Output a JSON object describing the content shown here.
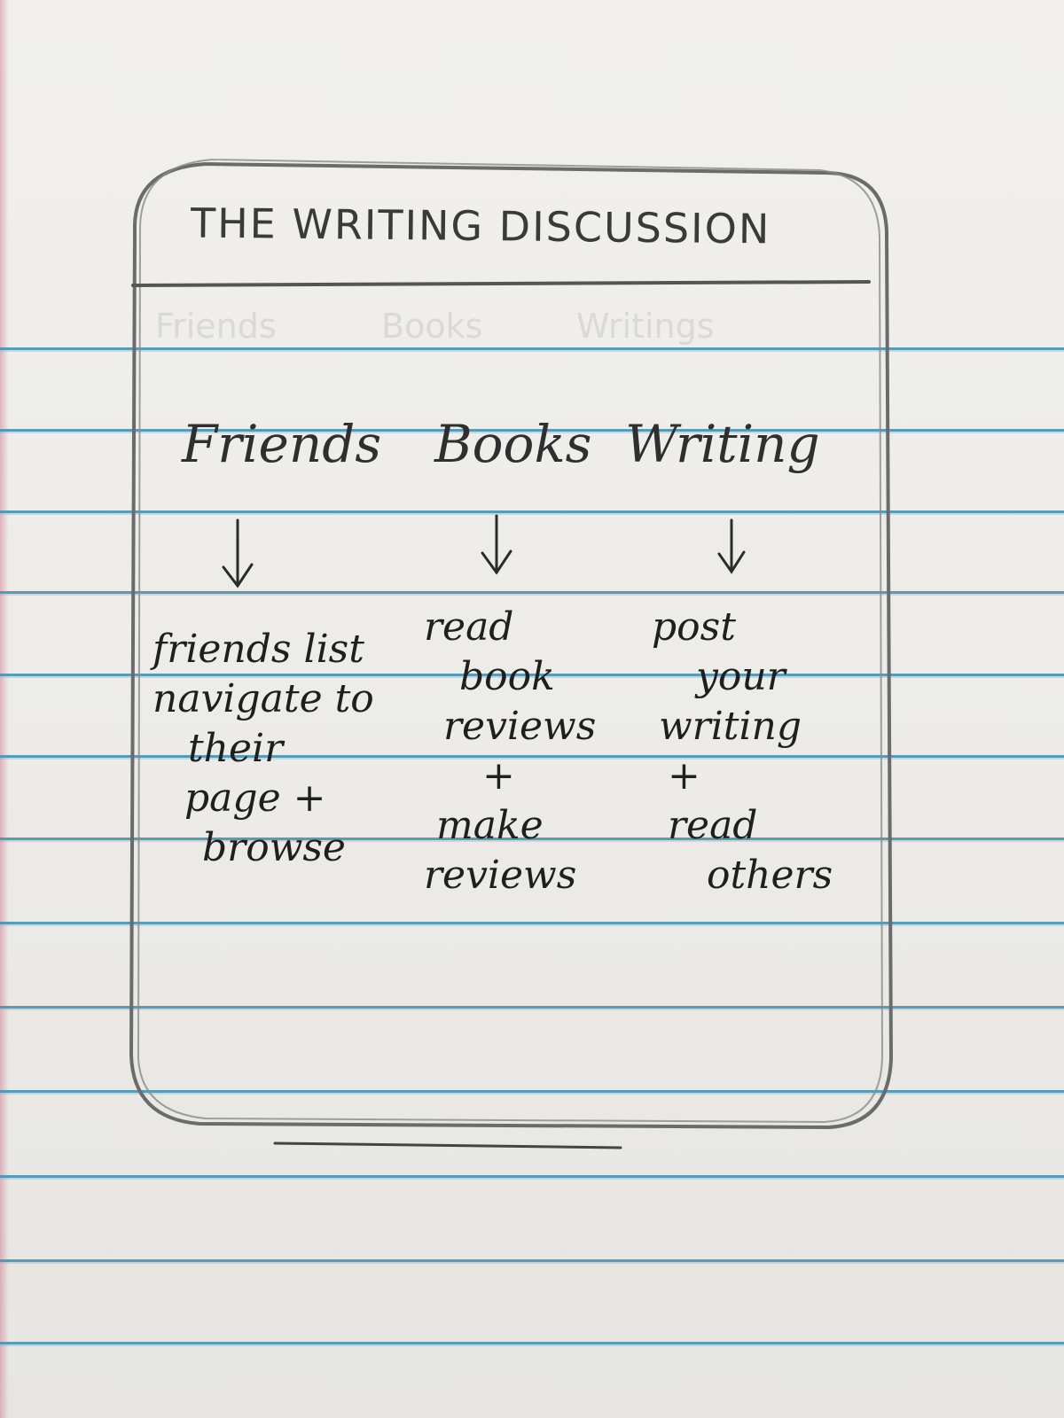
{
  "title": "THE WRITING DISCUSSION",
  "ghost_labels": [
    "Friends",
    "Books",
    "Writings"
  ],
  "nav": [
    {
      "label": "Friends"
    },
    {
      "label": "Books"
    },
    {
      "label": "Writing"
    }
  ],
  "descriptions": {
    "friends": [
      "friends list",
      "navigate to",
      "their",
      "page +",
      "browse"
    ],
    "books": [
      "read",
      "book",
      "reviews",
      "+",
      "make",
      "reviews"
    ],
    "writing": [
      "post",
      "your",
      "writing",
      "+",
      "read",
      "others"
    ]
  },
  "colors": {
    "pencil": "#2a2a2a",
    "rule": "#4a93ad",
    "paper": "#eceae4"
  }
}
